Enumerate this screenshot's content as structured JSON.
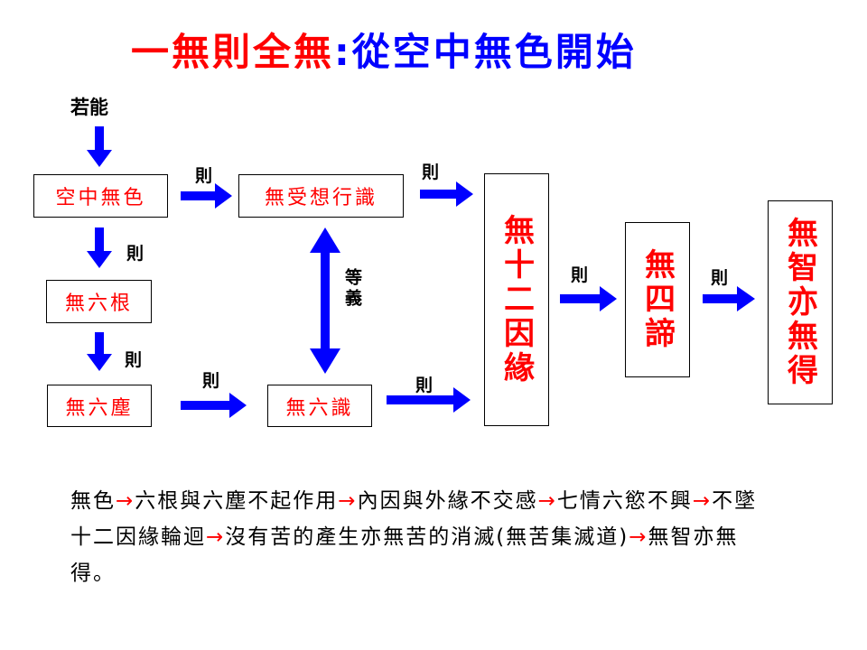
{
  "title": {
    "part1": "一無則全無",
    "part2": ":從空中無色開始"
  },
  "colors": {
    "title_red": "#ff0000",
    "title_blue": "#0000ff",
    "arrow_blue": "#0000ff",
    "box_text": "#ff0000"
  },
  "labels": {
    "start": "若能",
    "then": "則",
    "equivalent": "等義"
  },
  "boxes": {
    "kong_zhong_wu_se": "空中無色",
    "wu_liu_gen": "無六根",
    "wu_liu_chen": "無六塵",
    "wu_shou_xiang_xing_shi": "無受想行識",
    "wu_liu_shi": "無六識",
    "wu_shi_er_yin_yuan": "無十二因緣",
    "wu_si_di": "無四諦",
    "wu_zhi_yi_wu_de": "無智亦無得"
  },
  "summary": {
    "arrow": "→",
    "s1": "無色",
    "s2": "六根與六塵不起作用",
    "s3": "內因與外緣不交感",
    "s4": "七情六慾不興",
    "s5": "不墜十二因緣輪迴",
    "s6": "沒有苦的產生亦無苦的消滅(無苦集滅道)",
    "s7": "無智亦無得。"
  }
}
